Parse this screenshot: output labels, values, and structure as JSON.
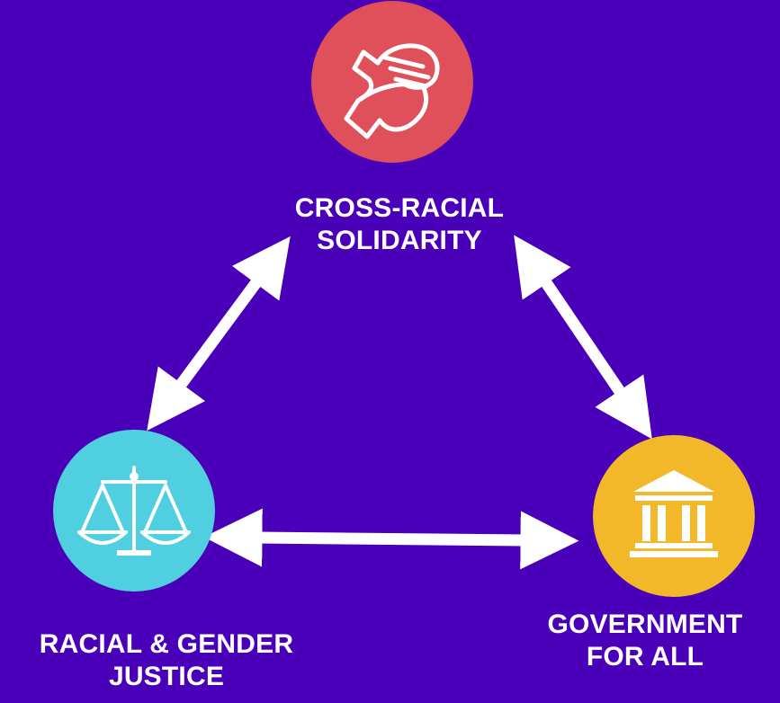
{
  "colors": {
    "background": "#4a00b8",
    "solidarity": "#e0505a",
    "justice": "#4fcfe0",
    "government": "#f2b82a",
    "arrow": "#ffffff",
    "text": "#ffffff"
  },
  "nodes": {
    "solidarity": {
      "icon": "handshake-icon",
      "label_line1": "CROSS-RACIAL",
      "label_line2": "SOLIDARITY"
    },
    "justice": {
      "icon": "scales-icon",
      "label_line1": "RACIAL & GENDER",
      "label_line2": "JUSTICE"
    },
    "government": {
      "icon": "government-building-icon",
      "label_line1": "GOVERNMENT",
      "label_line2": "FOR ALL"
    }
  }
}
